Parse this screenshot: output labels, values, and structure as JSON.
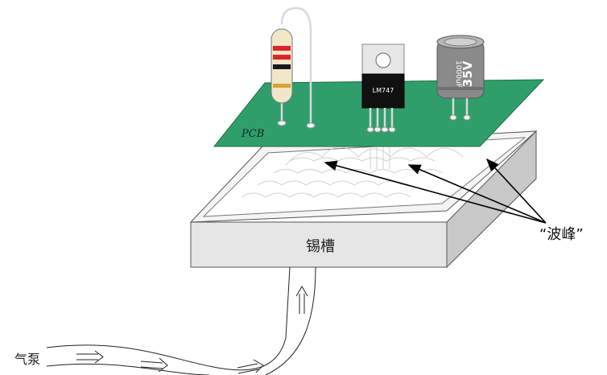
{
  "labels": {
    "pcb": "PCB",
    "tin_bath": "锡槽",
    "wave_peak": "“波峰”",
    "air_pump": "气泵",
    "ic_marking": "LM747",
    "capacitor_voltage": "35V",
    "capacitor_capacity": "1000uF"
  },
  "colors": {
    "pcb_green": "#2f9e6b",
    "pcb_edge": "#1d6b47",
    "tin_bath_face": "#e6e6e6",
    "tin_bath_top": "#f4f4f4",
    "tin_bath_side": "#c8c8c8",
    "ic_body": "#111111",
    "ic_tab": "#d9d9d9",
    "capacitor_body": "#8a8a8a",
    "resistor_body": "#f2e6c9",
    "resistor_band_red": "#d9262b",
    "resistor_band_black": "#1a1a1a",
    "resistor_band_gold": "#d8a533",
    "arrow": "#000000"
  }
}
